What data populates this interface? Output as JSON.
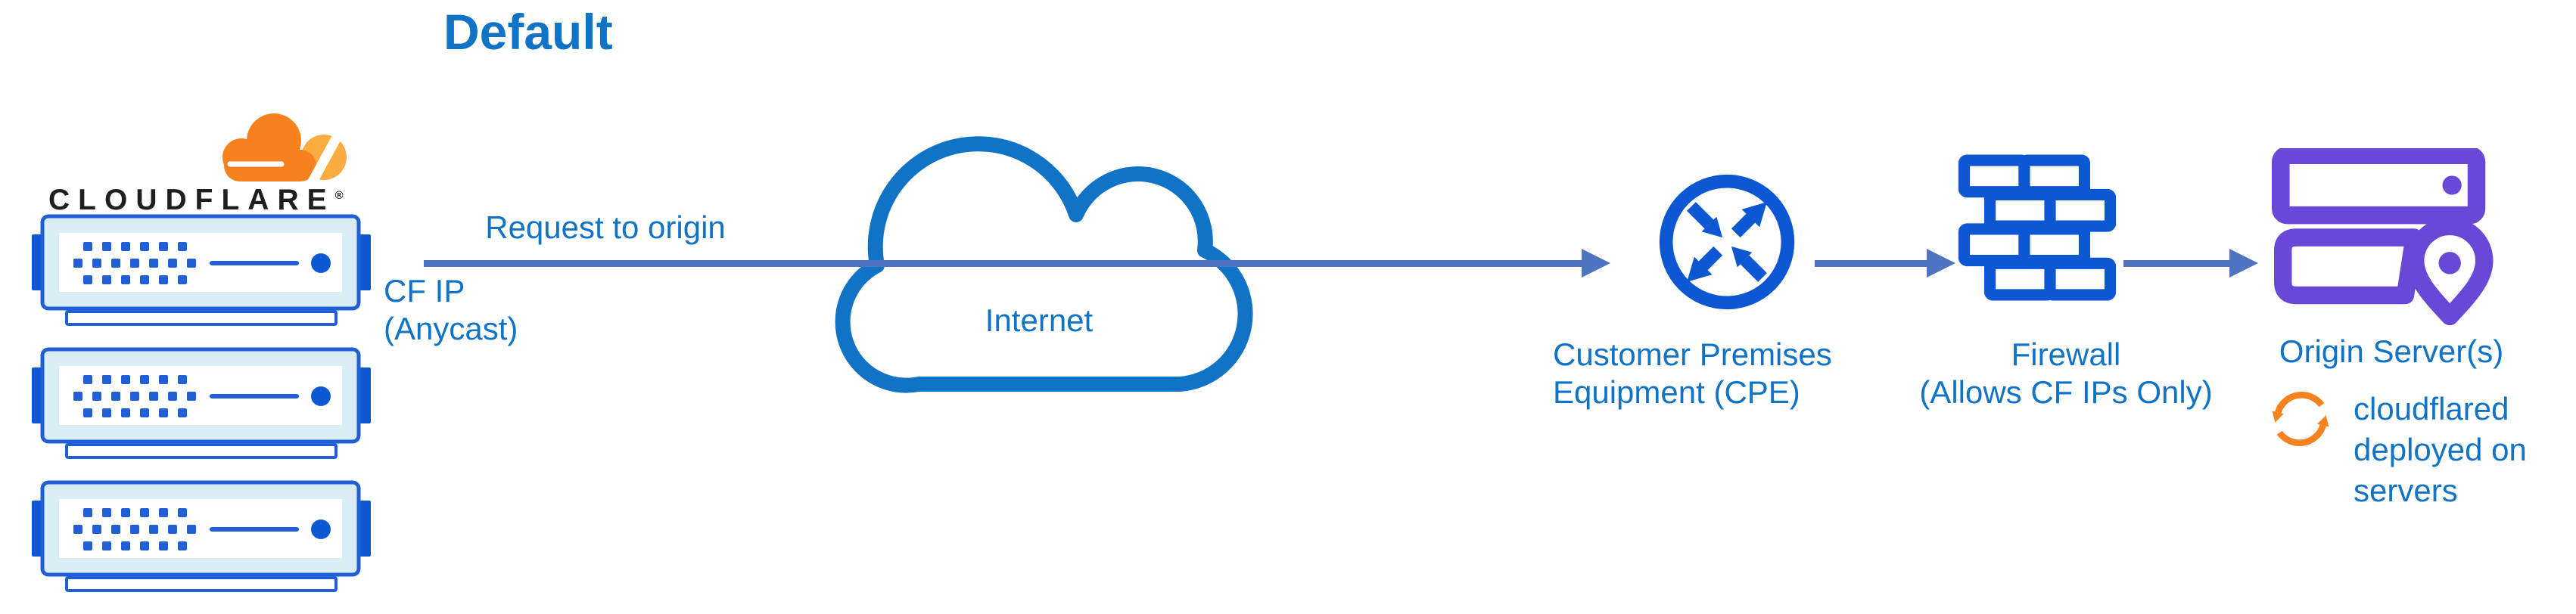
{
  "diagram": {
    "title": "Default",
    "logo": {
      "icon": "cloudflare-cloud-icon",
      "wordmark": "CLOUDFLARE",
      "registered_mark": "®"
    },
    "edges": {
      "request_label": "Request to origin",
      "cf_ip_lines": [
        "CF IP",
        "(Anycast)"
      ]
    },
    "nodes": {
      "cloudflare_edge": {
        "icon": "server-rack-icon",
        "count": 3
      },
      "internet": {
        "icon": "cloud-outline-icon",
        "label": "Internet"
      },
      "cpe": {
        "icon": "router-arrows-icon",
        "label_lines": [
          "Customer Premises",
          "Equipment (CPE)"
        ]
      },
      "firewall": {
        "icon": "brick-wall-icon",
        "label_lines": [
          "Firewall",
          "(Allows CF IPs Only)"
        ]
      },
      "origin": {
        "icon": "server-location-icon",
        "label": "Origin Server(s)"
      },
      "cloudflared": {
        "icon": "sync-arrows-icon",
        "label_lines": [
          "cloudflared",
          "deployed on",
          "servers"
        ]
      }
    },
    "colors": {
      "text_blue": "#1173c5",
      "icon_blue": "#0d57d2",
      "server_blue": "#2160d4",
      "arrow_blue": "#4f74c4",
      "cloud_stroke": "#1173c5",
      "purple": "#6a48d7",
      "orange": "#f6821f",
      "orange_light": "#fbad41",
      "pale_band": "#d9eef4",
      "ink": "#1f1f1f"
    }
  }
}
